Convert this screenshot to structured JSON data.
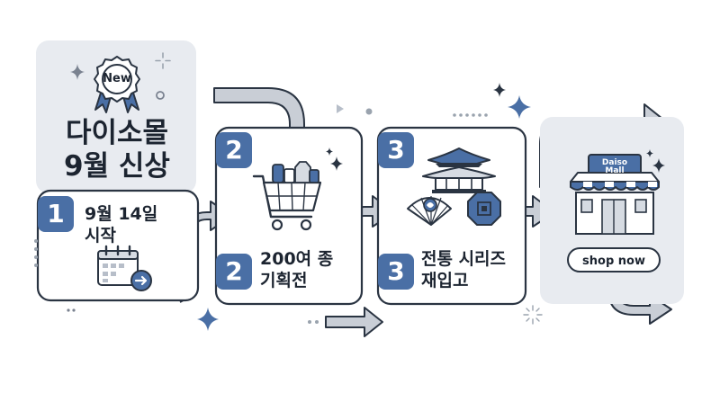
{
  "title": {
    "line1": "다이소몰",
    "line2": "9월 신상"
  },
  "new_badge": "New",
  "steps": [
    {
      "number": "1",
      "line1": "9월 14일",
      "line2": "시작"
    },
    {
      "number": "2",
      "line1": "200여 종",
      "line2": "기획전"
    },
    {
      "number": "3",
      "line1": "전통 시리즈",
      "line2": "재입고"
    }
  ],
  "store_sign": {
    "line1": "Daiso",
    "line2": "Mall"
  },
  "shop_button": "shop now",
  "icons": [
    "award-ribbon-icon",
    "calendar-arrow-icon",
    "shopping-cart-icon",
    "hanok-roof-icon",
    "folding-fan-icon",
    "traditional-tile-icon",
    "storefront-icon",
    "sparkle-icon",
    "arrow-icon"
  ],
  "colors": {
    "accent": "#4a6fa5",
    "panel": "#e8ebf0",
    "outline": "#2a3442",
    "arrow": "#c9ced6"
  }
}
